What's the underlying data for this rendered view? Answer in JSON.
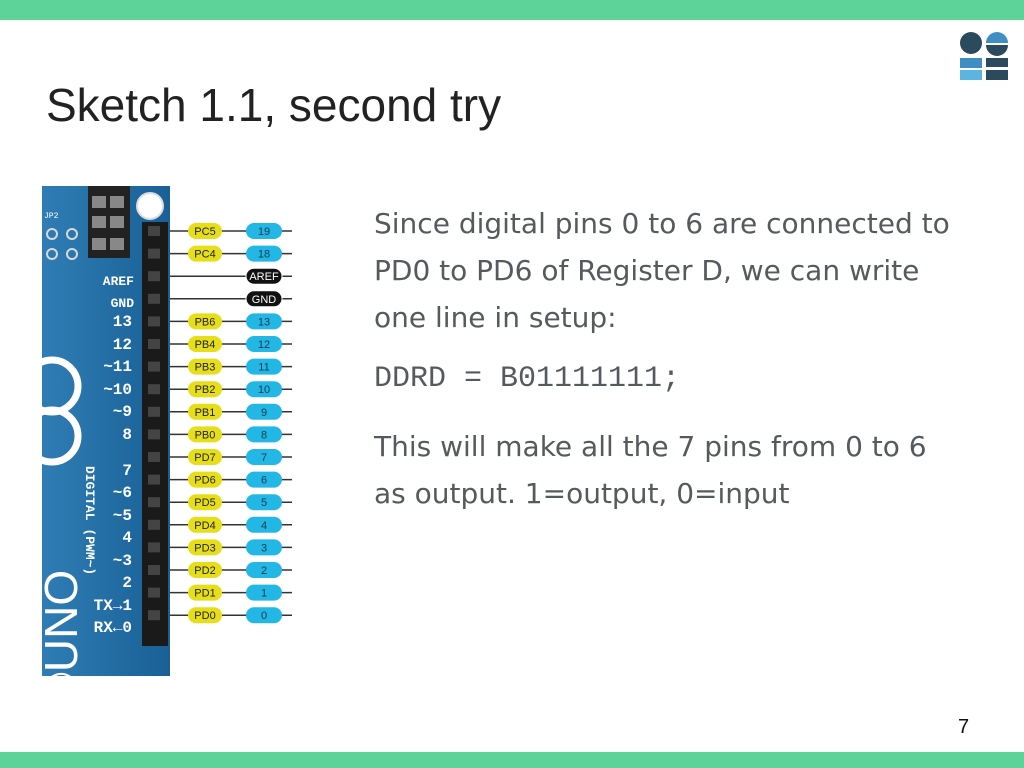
{
  "slide": {
    "title": "Sketch 1.1, second try",
    "page_number": "7",
    "paragraph1": "Since digital pins 0 to 6 are connected to PD0 to PD6 of Register D, we can write one line in setup:",
    "code": "DDRD = B01111111;",
    "paragraph2": "This will make all the 7 pins from 0 to 6 as output. 1=output, 0=input",
    "accent_color": "#5dd39a"
  },
  "board": {
    "top_labels": [
      "AREF",
      "GND"
    ],
    "side_labels": [
      "13",
      "12",
      "~11",
      "~10",
      "~9",
      "8",
      "7",
      "~6",
      "~5",
      "4",
      "~3",
      "2",
      "TX→1",
      "RX←0"
    ],
    "side_text_left": "©UNO",
    "vertical_text": "DIGITAL (PWM~)",
    "jp_label": "JP2",
    "pins": [
      {
        "port": "PC5",
        "num": "19"
      },
      {
        "port": "PC4",
        "num": "18"
      },
      {
        "port": "",
        "num": "AREF"
      },
      {
        "port": "",
        "num": "GND"
      },
      {
        "port": "PB6",
        "num": "13"
      },
      {
        "port": "PB4",
        "num": "12"
      },
      {
        "port": "PB3",
        "num": "11"
      },
      {
        "port": "PB2",
        "num": "10"
      },
      {
        "port": "PB1",
        "num": "9"
      },
      {
        "port": "PB0",
        "num": "8"
      },
      {
        "port": "PD7",
        "num": "7"
      },
      {
        "port": "PD6",
        "num": "6"
      },
      {
        "port": "PD5",
        "num": "5"
      },
      {
        "port": "PD4",
        "num": "4"
      },
      {
        "port": "PD3",
        "num": "3"
      },
      {
        "port": "PD2",
        "num": "2"
      },
      {
        "port": "PD1",
        "num": "1"
      },
      {
        "port": "PD0",
        "num": "0"
      }
    ]
  }
}
